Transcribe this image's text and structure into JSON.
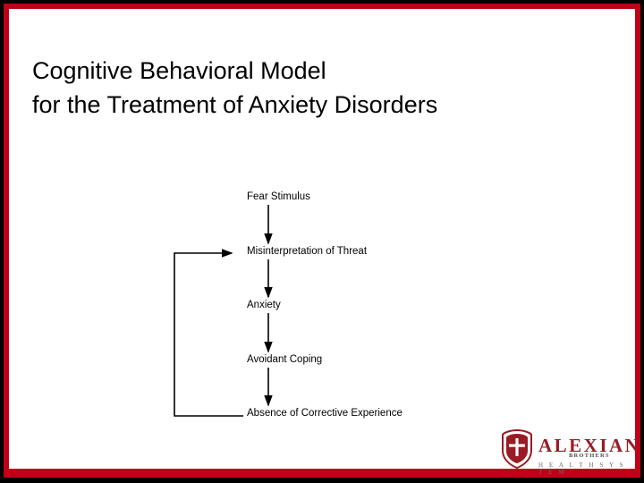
{
  "slide": {
    "title_line1": "Cognitive Behavioral Model",
    "title_line2": "for the Treatment of Anxiety Disorders",
    "accent_color": "#c00018",
    "background": "#ffffff",
    "text_color": "#000000"
  },
  "diagram": {
    "type": "flowchart",
    "orientation": "vertical",
    "nodes": [
      {
        "id": "fear-stimulus",
        "label": "Fear Stimulus"
      },
      {
        "id": "misinterpretation-of-threat",
        "label": "Misinterpretation of Threat"
      },
      {
        "id": "anxiety",
        "label": "Anxiety"
      },
      {
        "id": "avoidant-coping",
        "label": "Avoidant Coping"
      },
      {
        "id": "absence-of-corrective-experience",
        "label": "Absence of Corrective Experience"
      }
    ],
    "edges": [
      {
        "from": "fear-stimulus",
        "to": "misinterpretation-of-threat",
        "style": "straight-arrow"
      },
      {
        "from": "misinterpretation-of-threat",
        "to": "anxiety",
        "style": "straight-arrow"
      },
      {
        "from": "anxiety",
        "to": "avoidant-coping",
        "style": "straight-arrow"
      },
      {
        "from": "avoidant-coping",
        "to": "absence-of-corrective-experience",
        "style": "straight-arrow"
      },
      {
        "from": "absence-of-corrective-experience",
        "to": "misinterpretation-of-threat",
        "style": "feedback-loop-left"
      }
    ]
  },
  "logo": {
    "wordmark": "ALEXIAN",
    "sub_banner": "BROTHERS",
    "tagline": "H E A L T H   S Y S T E M",
    "brand_color": "#9a1b24"
  }
}
